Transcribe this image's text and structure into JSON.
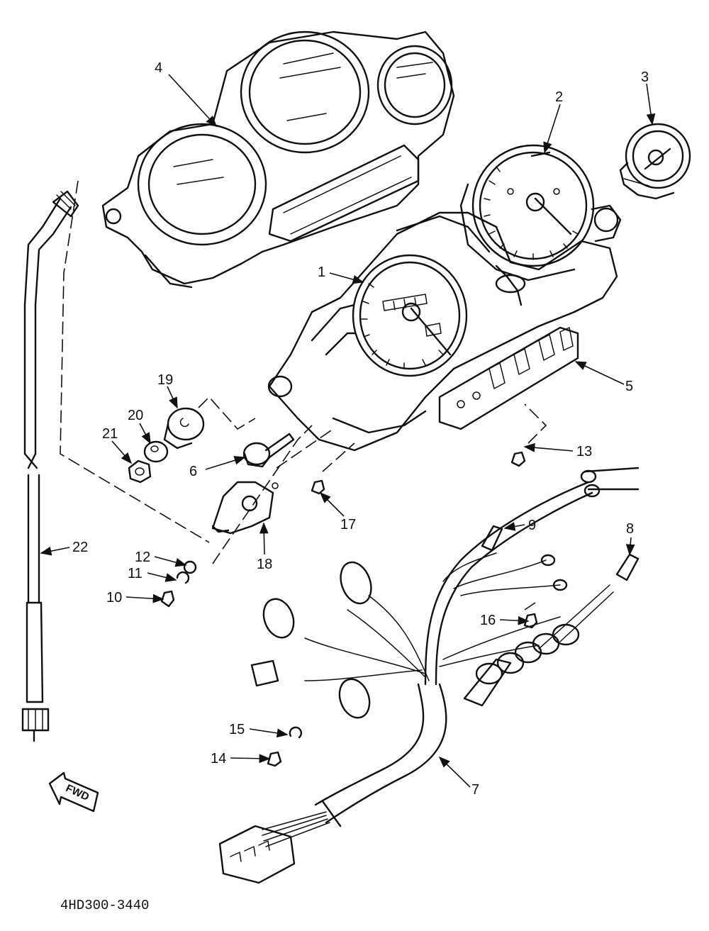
{
  "diagram_code": "4HD300-3440",
  "direction_label": "FWD",
  "callouts": {
    "c1": "1",
    "c2": "2",
    "c3": "3",
    "c4": "4",
    "c5": "5",
    "c6": "6",
    "c7": "7",
    "c8": "8",
    "c9": "9",
    "c10": "10",
    "c11": "11",
    "c12": "12",
    "c13": "13",
    "c14": "14",
    "c15": "15",
    "c16": "16",
    "c17": "17",
    "c18": "18",
    "c19": "19",
    "c20": "20",
    "c21": "21",
    "c22": "22"
  }
}
